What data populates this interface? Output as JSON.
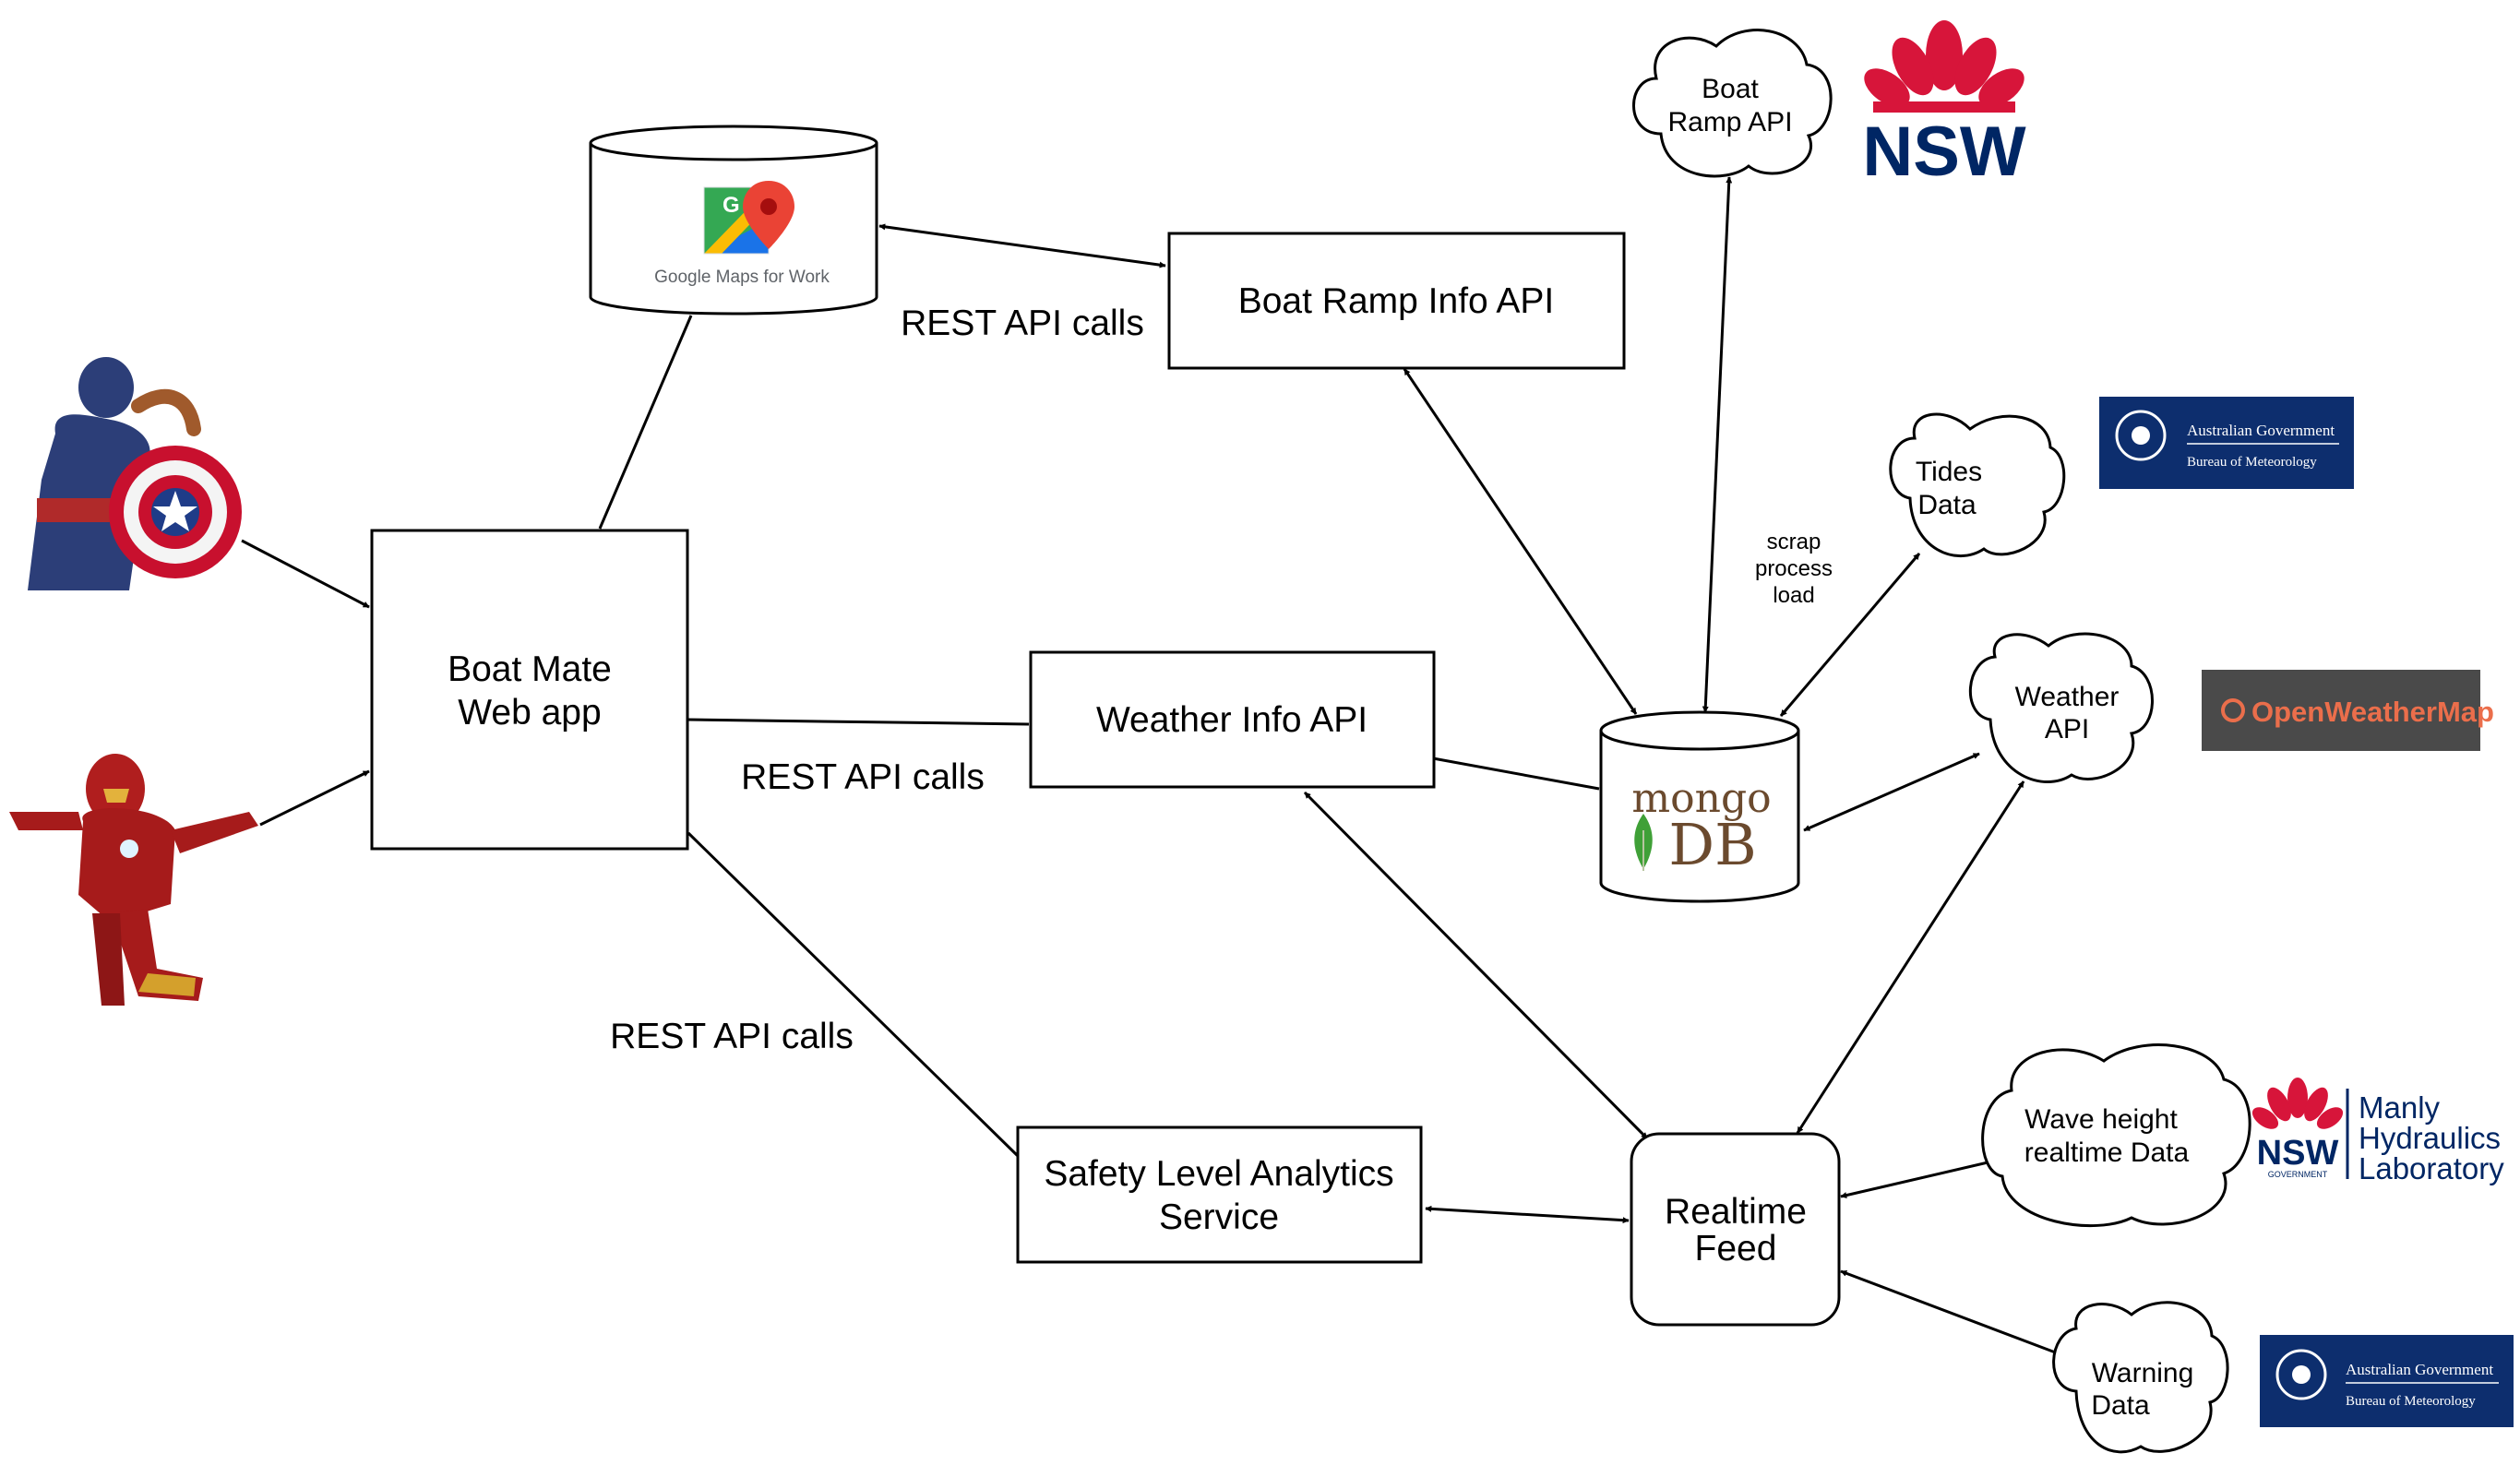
{
  "nodes": {
    "boat_mate": {
      "line1": "Boat Mate",
      "line2": "Web app"
    },
    "boat_ramp_info": {
      "label": "Boat Ramp Info API"
    },
    "weather_info": {
      "label": "Weather Info API"
    },
    "safety": {
      "line1": "Safety Level Analytics",
      "line2": "Service"
    },
    "realtime": {
      "line1": "Realtime",
      "line2": "Feed"
    },
    "google_maps": {
      "caption": "Google Maps for Work",
      "badge": "G"
    },
    "mongodb": {
      "line1": "mongo",
      "line2": "DB"
    }
  },
  "clouds": {
    "boat_ramp_api": {
      "line1": "Boat",
      "line2": "Ramp API"
    },
    "tides": {
      "line1": "Tides",
      "line2": "Data"
    },
    "weather_api": {
      "line1": "Weather",
      "line2": "API"
    },
    "wave": {
      "line1": "Wave height",
      "line2": "realtime Data"
    },
    "warning": {
      "line1": "Warning",
      "line2": "Data"
    }
  },
  "edge_labels": {
    "maps_rest": "REST API calls",
    "weather_rest": "REST API calls",
    "safety_rest": "REST API calls",
    "scrap": {
      "line1": "scrap",
      "line2": "process",
      "line3": "load"
    }
  },
  "logos": {
    "nsw": "NSW",
    "bom_top": {
      "line1": "Australian Government",
      "line2": "Bureau of Meteorology"
    },
    "openweathermap": "OpenWeatherMap",
    "manly": {
      "nsw": "NSW",
      "gov": "GOVERNMENT",
      "line1": "Manly",
      "line2": "Hydraulics",
      "line3": "Laboratory"
    },
    "bom_bottom": {
      "line1": "Australian Government",
      "line2": "Bureau of Meteorology"
    }
  },
  "colors": {
    "nsw_red": "#d7153a",
    "nsw_navy": "#002664",
    "bom_blue": "#0d2e6e",
    "owm_bg": "#4a4a4a",
    "owm_text": "#eb6e4b",
    "mongo_text": "#6b4a2e",
    "mongo_leaf": "#3fa037"
  }
}
